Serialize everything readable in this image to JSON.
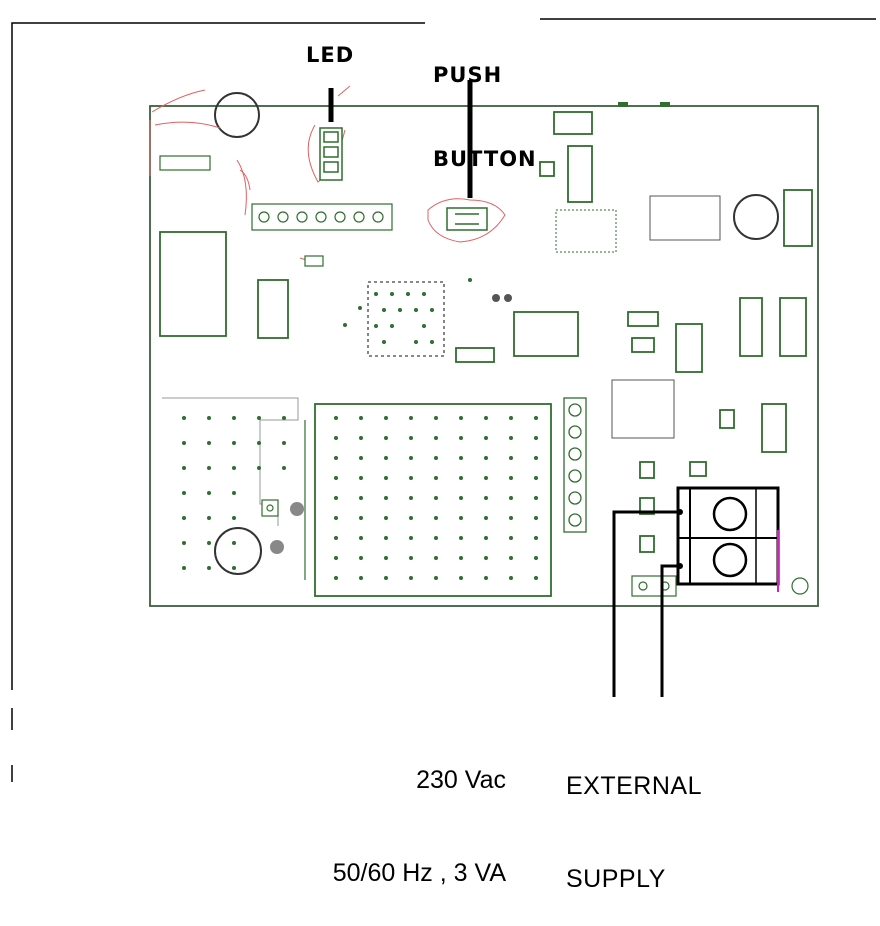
{
  "labels": {
    "push_button": [
      "PUSH",
      "BUTTON"
    ],
    "led": "LED",
    "supply": [
      "230 Vac",
      "50/60 Hz , 3 VA"
    ],
    "external_supply": [
      "EXTERNAL",
      "SUPPLY"
    ]
  },
  "colors": {
    "board_outline": "#5a7a5a",
    "trace": "#2f6e2f",
    "annotation": "#e06060",
    "accent": "#d020c0",
    "ink": "#000000"
  }
}
